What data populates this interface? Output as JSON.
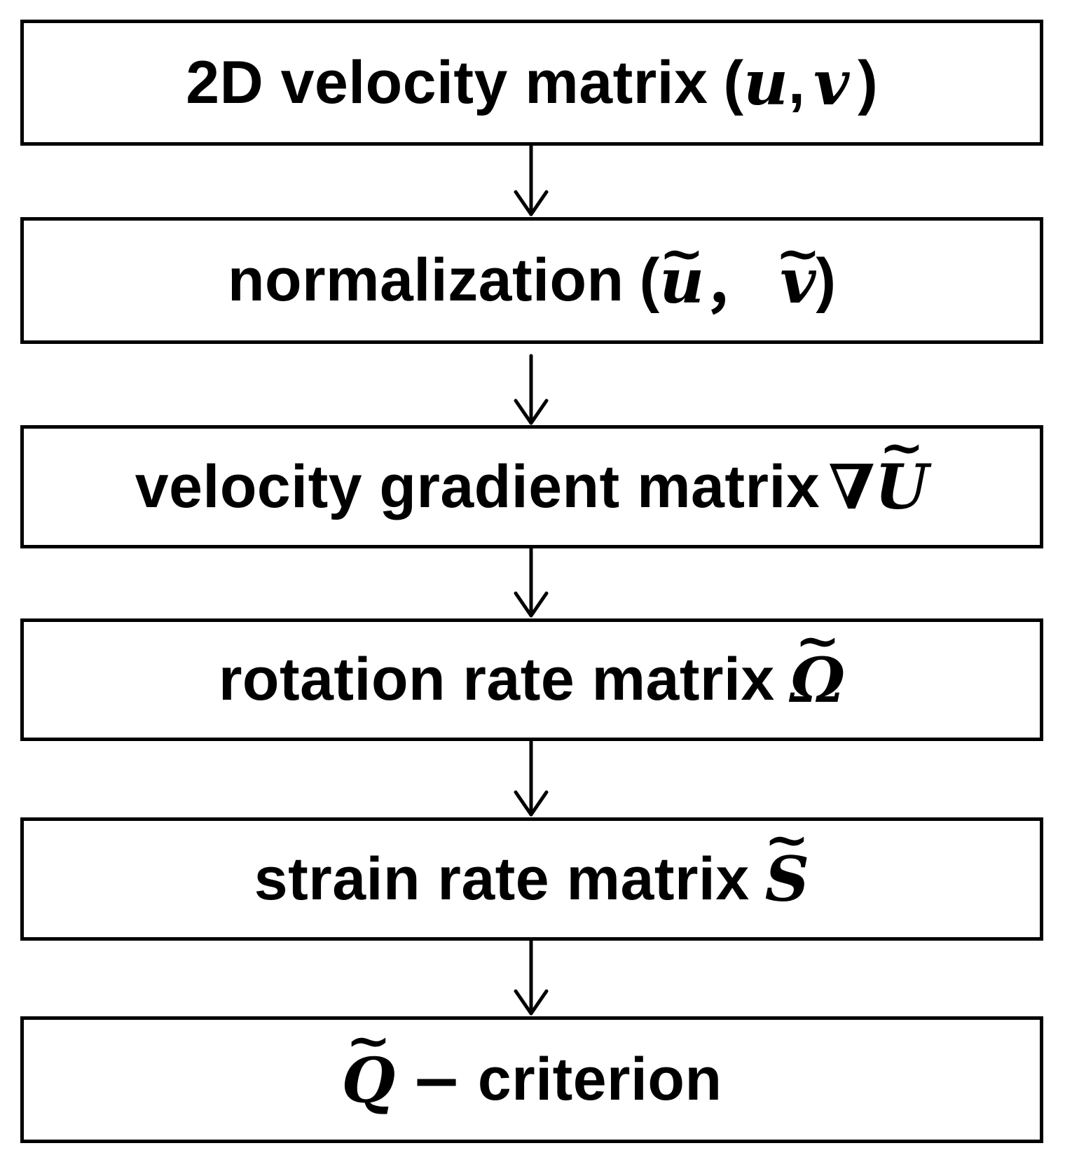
{
  "steps": [
    {
      "label": "2D velocity matrix",
      "math": {
        "open": "(",
        "a": "u",
        "sep": ",",
        "b": "v",
        "close": ")"
      }
    },
    {
      "label": "normalization",
      "math": {
        "open": "(",
        "a": "u",
        "sep": "，",
        "b": "v",
        "close": ")"
      }
    },
    {
      "label": "velocity gradient matrix",
      "math": {
        "nabla": "∇",
        "sym": "U"
      }
    },
    {
      "label": "rotation rate matrix",
      "math": {
        "sym": "Ω"
      }
    },
    {
      "label": "strain rate matrix",
      "math": {
        "sym": "S"
      }
    },
    {
      "label": "criterion",
      "math": {
        "sym": "Q",
        "dash": "−"
      }
    }
  ],
  "colors": {
    "stroke": "#000000",
    "background": "#ffffff"
  }
}
